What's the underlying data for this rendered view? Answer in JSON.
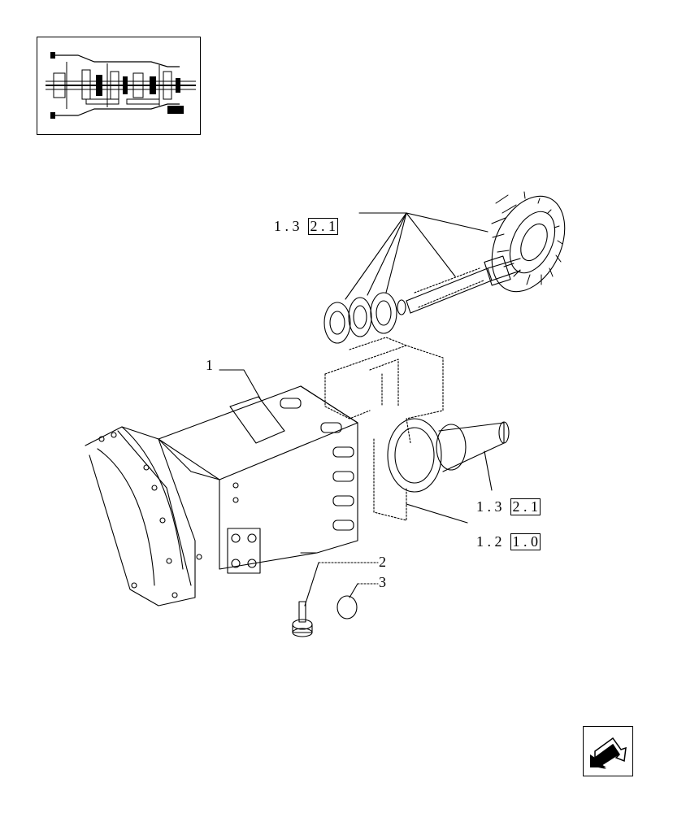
{
  "references": {
    "top_ref": {
      "plain": "1 . 3",
      "boxed": "2 . 1"
    },
    "mid_ref": {
      "plain": "1 . 3",
      "boxed": "2 . 1"
    },
    "low_ref": {
      "plain": "1 . 2",
      "boxed": "1 . 0"
    }
  },
  "callouts": {
    "part_1": "1",
    "part_2": "2",
    "part_3": "3"
  },
  "icons": {
    "thumbnail": "transmission-overview-icon",
    "nav": "return-arrow-icon"
  }
}
